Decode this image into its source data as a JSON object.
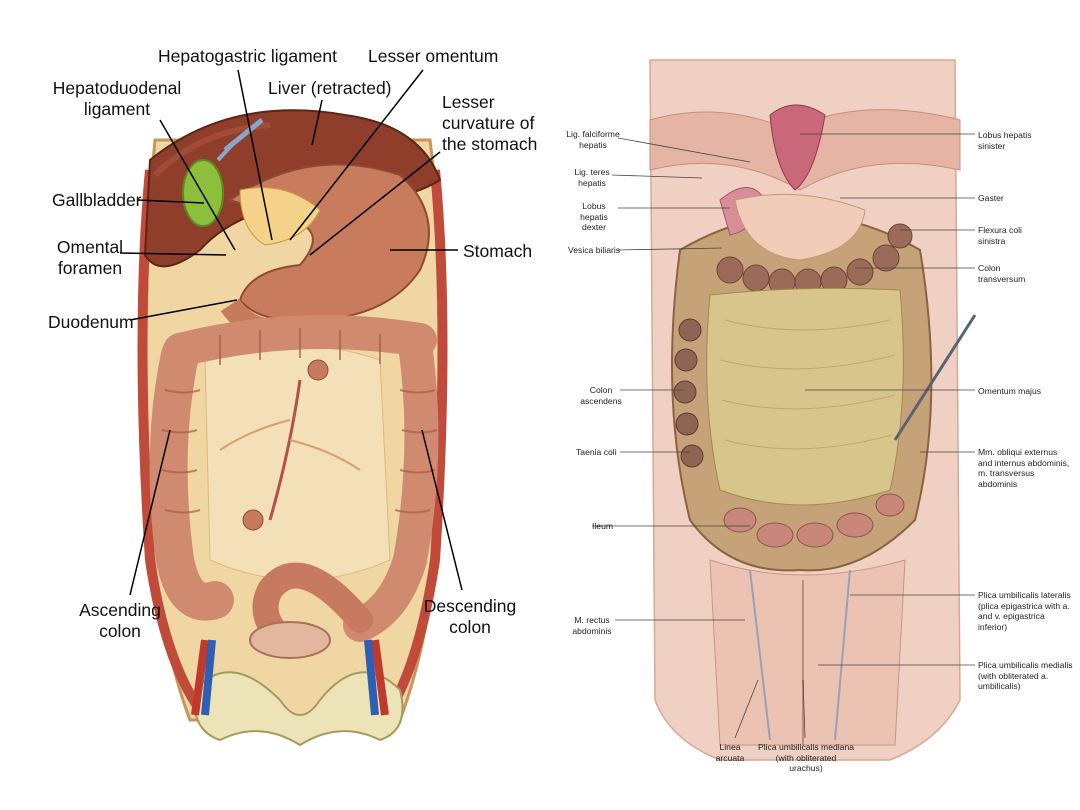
{
  "left_figure": {
    "labels": {
      "hepatogastric_ligament": "Hepatogastric ligament",
      "lesser_omentum": "Lesser omentum",
      "hepatoduodenal_ligament": "Hepatoduodenal ligament",
      "liver_retracted": "Liver (retracted)",
      "lesser_curvature": "Lesser curvature of the stomach",
      "gallbladder": "Gallbladder",
      "omental_foramen": "Omental foramen",
      "stomach": "Stomach",
      "duodenum": "Duodenum",
      "ascending_colon": "Ascending colon",
      "descending_colon": "Descending colon"
    }
  },
  "right_figure": {
    "labels": {
      "lig_falciforme_hepatis": "Lig. falciforme hepatis",
      "lig_teres_hepatis": "Lig. teres hepatis",
      "lobus_hepatis_dexter": "Lobus hepatis dexter",
      "vesica_biliaris": "Vesica biliaris",
      "colon_ascendens": "Colon ascendens",
      "taenia_coli": "Taenia coli",
      "ileum": "Ileum",
      "m_rectus_abdominis": "M. rectus abdominis",
      "linea_arcuata": "Linea arcuata",
      "plica_umbilicalis_mediana": "Plica umbilicalis mediana (with obliterated urachus)",
      "lobus_hepatis_sinister": "Lobus hepatis sinister",
      "gaster": "Gaster",
      "flexura_coli_sinistra": "Flexura coli sinistra",
      "colon_transversum": "Colon transversum",
      "omentum_majus": "Omentum majus",
      "mm_obliqui": "Mm. obliqui externus and internus abdominis, m. transversus abdominis",
      "plica_umbilicalis_lateralis": "Plica umbilicalis lateralis (plica epigastrica with a. and v. epigastrica inferior)",
      "plica_umbilicalis_medialis": "Plica umbilicalis medialis (with obliterated a. umbilicalis)"
    }
  }
}
